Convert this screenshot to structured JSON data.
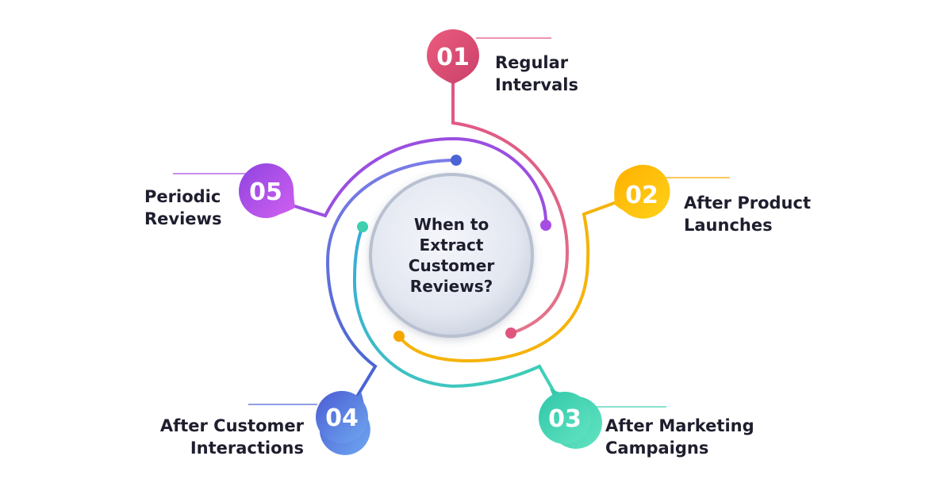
{
  "center": {
    "line1": "When to",
    "line2": "Extract",
    "line3": "Customer",
    "line4": "Reviews?"
  },
  "steps": [
    {
      "number": "01",
      "line1": "Regular",
      "line2": "Intervals",
      "color": "#e0557d"
    },
    {
      "number": "02",
      "line1": "After Product",
      "line2": "Launches",
      "color": "#f7a600"
    },
    {
      "number": "03",
      "line1": "After Marketing",
      "line2": "Campaigns",
      "color": "#3dcfb0"
    },
    {
      "number": "04",
      "line1": "After Customer",
      "line2": "Interactions",
      "color": "#4d64d6"
    },
    {
      "number": "05",
      "line1": "Periodic",
      "line2": "Reviews",
      "color": "#a64de3"
    }
  ]
}
